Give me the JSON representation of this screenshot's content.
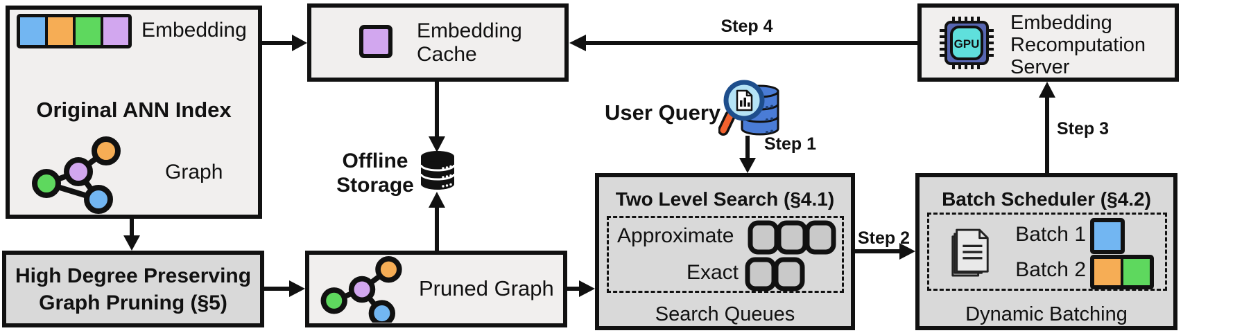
{
  "colors": {
    "blue": "#72b6f2",
    "orange": "#f6ad55",
    "green": "#5ed85e",
    "purple": "#d2a7ef",
    "box_light": "#f1efee",
    "box_gray": "#d9d9d9",
    "queue_fill": "#c9c9c9",
    "gpu_body": "#5766b2",
    "gpu_screen": "#5fe0dc",
    "query_db_blue": "#4a7cd6",
    "query_db_dark": "#1d3f74",
    "lens_fill": "#b5e3f5",
    "lens_rim": "#1e4e8c",
    "handle_orange": "#f2622e",
    "outline_black": "#111111"
  },
  "nodes": {
    "ann_index": {
      "title": "Original ANN Index",
      "embedding_label": "Embedding",
      "graph_label": "Graph"
    },
    "embedding_cache": {
      "label": "Embedding Cache"
    },
    "offline_storage": {
      "label": "Offline Storage"
    },
    "graph_pruning": {
      "label": "High Degree Preserving Graph Pruning (§5)"
    },
    "pruned_graph": {
      "label": "Pruned Graph"
    },
    "user_query": {
      "label": "User Query"
    },
    "two_level_search": {
      "title": "Two Level Search (§4.1)",
      "approximate_label": "Approximate",
      "exact_label": "Exact",
      "caption": "Search Queues"
    },
    "batch_scheduler": {
      "title": "Batch Scheduler (§4.2)",
      "batch1_label": "Batch 1",
      "batch2_label": "Batch 2",
      "caption": "Dynamic Batching"
    },
    "recomputation_server": {
      "label": "Embedding Recomputation Server",
      "gpu_label": "GPU"
    }
  },
  "steps": {
    "step1": "Step 1",
    "step2": "Step 2",
    "step3": "Step 3",
    "step4": "Step 4"
  }
}
